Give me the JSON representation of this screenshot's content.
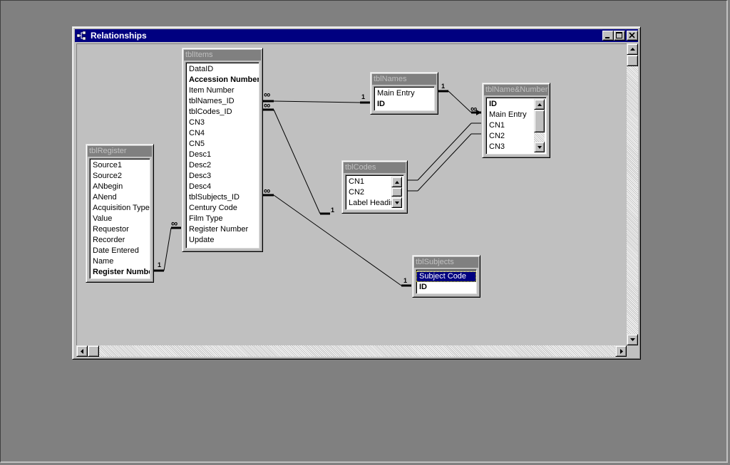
{
  "window": {
    "title": "Relationships"
  },
  "tables": {
    "tblItems": {
      "caption": "tblItems",
      "fields": [
        {
          "name": "DataID",
          "key": false
        },
        {
          "name": "Accession Number",
          "key": true
        },
        {
          "name": "Item Number",
          "key": false
        },
        {
          "name": "tblNames_ID",
          "key": false
        },
        {
          "name": "tblCodes_ID",
          "key": false
        },
        {
          "name": "CN3",
          "key": false
        },
        {
          "name": "CN4",
          "key": false
        },
        {
          "name": "CN5",
          "key": false
        },
        {
          "name": "Desc1",
          "key": false
        },
        {
          "name": "Desc2",
          "key": false
        },
        {
          "name": "Desc3",
          "key": false
        },
        {
          "name": "Desc4",
          "key": false
        },
        {
          "name": "tblSubjects_ID",
          "key": false
        },
        {
          "name": "Century Code",
          "key": false
        },
        {
          "name": "Film Type",
          "key": false
        },
        {
          "name": "Register Number",
          "key": false
        },
        {
          "name": "Update",
          "key": false
        }
      ]
    },
    "tblRegister": {
      "caption": "tblRegister",
      "fields": [
        {
          "name": "Source1",
          "key": false
        },
        {
          "name": "Source2",
          "key": false
        },
        {
          "name": "ANbegin",
          "key": false
        },
        {
          "name": "ANend",
          "key": false
        },
        {
          "name": "Acquisition Type",
          "key": false
        },
        {
          "name": "Value",
          "key": false
        },
        {
          "name": "Requestor",
          "key": false
        },
        {
          "name": "Recorder",
          "key": false
        },
        {
          "name": "Date Entered",
          "key": false
        },
        {
          "name": "Name",
          "key": false
        },
        {
          "name": "Register Number",
          "key": true
        }
      ]
    },
    "tblNames": {
      "caption": "tblNames",
      "fields": [
        {
          "name": "Main Entry",
          "key": false
        },
        {
          "name": "ID",
          "key": true
        }
      ]
    },
    "tblNameNumber": {
      "caption": "tblName&Number",
      "fields": [
        {
          "name": "ID",
          "key": true
        },
        {
          "name": "Main Entry",
          "key": false
        },
        {
          "name": "CN1",
          "key": false
        },
        {
          "name": "CN2",
          "key": false
        },
        {
          "name": "CN3",
          "key": false
        }
      ]
    },
    "tblCodes": {
      "caption": "tblCodes",
      "fields": [
        {
          "name": "CN1",
          "key": false
        },
        {
          "name": "CN2",
          "key": false
        },
        {
          "name": "Label Heading",
          "key": false
        }
      ]
    },
    "tblSubjects": {
      "caption": "tblSubjects",
      "fields": [
        {
          "name": "Subject Code",
          "key": false,
          "selected": true
        },
        {
          "name": "ID",
          "key": true
        }
      ]
    }
  },
  "relationships": {
    "one_label": "1",
    "many_label": "∞"
  },
  "colors": {
    "titlebar": "#000080",
    "inactive_caption": "#808080",
    "face": "#c0c0c0",
    "desktop": "#808080"
  }
}
